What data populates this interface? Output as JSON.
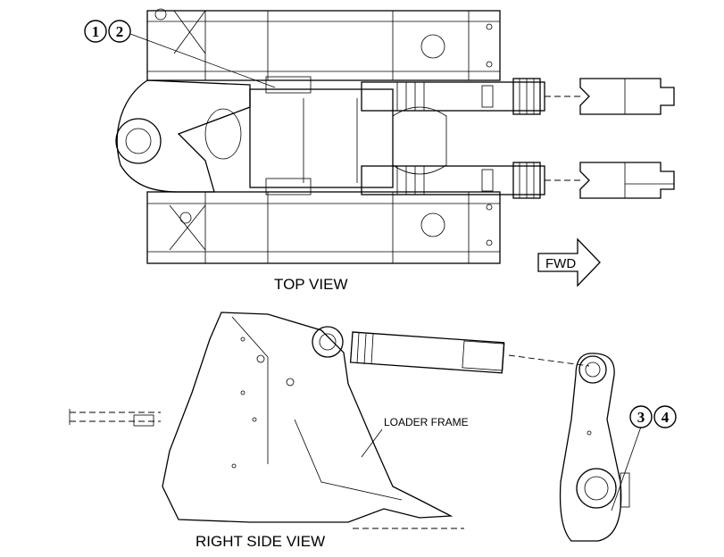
{
  "labels": {
    "top_view": "TOP VIEW",
    "right_side_view": "RIGHT SIDE VIEW",
    "loader_frame": "LOADER FRAME",
    "fwd": "FWD"
  },
  "callouts": [
    "1",
    "2",
    "3",
    "4"
  ]
}
